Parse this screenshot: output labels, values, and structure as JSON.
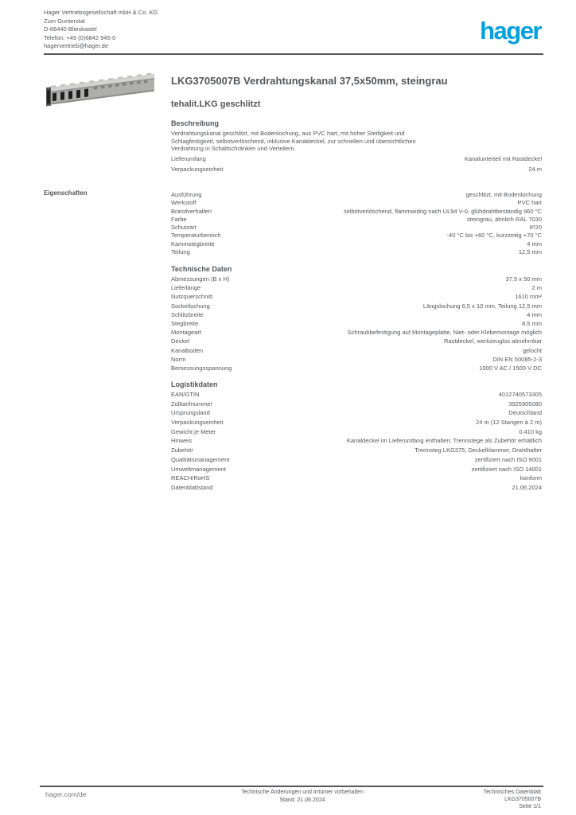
{
  "header": {
    "address_lines": [
      "Hager Vertriebsgesellschaft mbH & Co. KG",
      "Zum Gunterstal",
      "D-66440 Blieskastel",
      "Telefon: +49 (0)6842 945-0",
      "hagervertrieb@hager.de"
    ],
    "logo_text": "hager"
  },
  "product": {
    "title": "LKG3705007B Verdrahtungskanal 37,5x50mm, steingrau",
    "series": "tehalit.LKG geschlitzt"
  },
  "sidebar_label": "Eigenschaften",
  "sections": [
    {
      "heading": "Beschreibung",
      "paragraph_lines": [
        "Verdrahtungskanal geschlitzt, mit Bodenlochung, aus PVC hart, mit hoher Steifigkeit und",
        "Schlagfestigkeit, selbstverlöschend, inklusive Kanaldeckel, zur schnellen und übersichtlichen",
        "Verdrahtung in Schaltschränken und Verteilern."
      ],
      "rows": [
        {
          "label": "Lieferumfang",
          "value": "Kanalunterteil mit Rastdeckel"
        },
        {
          "label": "Verpackungseinheit",
          "value": "24 m"
        }
      ]
    },
    {
      "heading": "",
      "paragraph_lines": [],
      "rows": [
        {
          "label": "Ausführung",
          "value": "geschlitzt, mit Bodenlochung"
        },
        {
          "label": "Werkstoff",
          "value": "PVC hart"
        },
        {
          "label": "Brandverhalten",
          "value": "selbstverlöschend, flammwidrig nach UL94 V-0, glühdrahtbeständig 960 °C"
        },
        {
          "label": "Farbe",
          "value": "steingrau, ähnlich RAL 7030"
        },
        {
          "label": "Schutzart",
          "value": "IP20"
        },
        {
          "label": "Temperaturbereich",
          "value": "-40 °C bis +60 °C, kurzzeitig +70 °C"
        },
        {
          "label": "Kammstegbreite",
          "value": "4 mm"
        },
        {
          "label": "Teilung",
          "value": "12,5 mm"
        }
      ]
    },
    {
      "heading": "Technische Daten",
      "paragraph_lines": [],
      "rows": [
        {
          "label": "Abmessungen (B x H)",
          "value": "37,5 x 50 mm"
        },
        {
          "label": "Lieferlänge",
          "value": "2 m"
        },
        {
          "label": "Nutzquerschnitt",
          "value": "1610 mm²"
        },
        {
          "label": "Sockellochung",
          "value": "Längslochung 6,5 x 10 mm, Teilung 12,5 mm"
        },
        {
          "label": "Schlitzbreite",
          "value": "4 mm"
        },
        {
          "label": "Stegbreite",
          "value": "8,5 mm"
        },
        {
          "label": "Montageart",
          "value": "Schraubbefestigung auf Montageplatte, Niet- oder Klebemontage möglich"
        },
        {
          "label": "Deckel",
          "value": "Rastdeckel, werkzeuglos abnehmbar"
        },
        {
          "label": "Kanalboden",
          "value": "gelocht"
        },
        {
          "label": "Norm",
          "value": "DIN EN 50085-2-3"
        },
        {
          "label": "Bemessungsspannung",
          "value": "1000 V AC / 1500 V DC"
        }
      ]
    },
    {
      "heading": "Logistikdaten",
      "paragraph_lines": [],
      "rows": [
        {
          "label": "EAN/GTIN",
          "value": "4012740573305"
        },
        {
          "label": "Zolltarifnummer",
          "value": "3925905080"
        },
        {
          "label": "Ursprungsland",
          "value": "Deutschland"
        },
        {
          "label": "Verpackungseinheit",
          "value": "24 m (12 Stangen à 2 m)"
        },
        {
          "label": "Gewicht je Meter",
          "value": "0,410 kg"
        },
        {
          "label": "Hinweis",
          "value": "Kanaldeckel im Lieferumfang enthalten; Trennstege als Zubehör erhältlich"
        },
        {
          "label": "Zubehör",
          "value": "Trennsteg LKG375, Deckelklammer, Drahthalter"
        },
        {
          "label": "Qualitätsmanagement",
          "value": "zertifiziert nach ISO 9001"
        },
        {
          "label": "Umweltmanagement",
          "value": "zertifiziert nach ISO 14001"
        },
        {
          "label": "REACH/RoHS",
          "value": "konform"
        },
        {
          "label": "Datenblattstand",
          "value": "21.06.2024"
        }
      ]
    }
  ],
  "footer": {
    "website": "hager.com/de",
    "center_lines": [
      "Technische Änderungen und Irrtümer vorbehalten",
      "Stand: 21.06.2024"
    ],
    "right_lines": [
      "Technisches Datenblatt",
      "LKG3705007B",
      "Seite 1/1"
    ]
  },
  "colors": {
    "text": "#54565a",
    "logo_blue": "#00a0e0",
    "page_background": "#ffffff"
  }
}
